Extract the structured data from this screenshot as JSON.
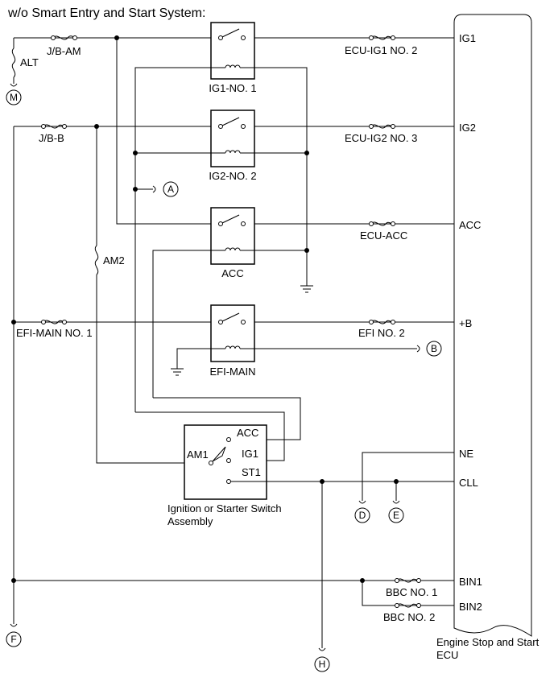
{
  "title": "w/o Smart Entry and Start System:",
  "fuses": {
    "alt": "ALT",
    "jb_am": "J/B-AM",
    "jb_b": "J/B-B",
    "am2": "AM2",
    "efi_main_no1": "EFI-MAIN NO. 1",
    "ecu_ig1_no2": "ECU-IG1 NO. 2",
    "ecu_ig2_no3": "ECU-IG2 NO. 3",
    "ecu_acc": "ECU-ACC",
    "efi_no2": "EFI NO. 2",
    "bbc_no1": "BBC NO. 1",
    "bbc_no2": "BBC NO. 2"
  },
  "relays": {
    "ig1_no1": "IG1-NO. 1",
    "ig2_no2": "IG2-NO. 2",
    "acc": "ACC",
    "efi_main": "EFI-MAIN"
  },
  "ignition_switch": {
    "am1": "AM1",
    "acc": "ACC",
    "ig1": "IG1",
    "st1": "ST1",
    "label_line1": "Ignition or Starter Switch",
    "label_line2": "Assembly"
  },
  "ecu": {
    "pins": {
      "ig1": "IG1",
      "ig2": "IG2",
      "acc": "ACC",
      "plus_b": "+B",
      "ne": "NE",
      "cll": "CLL",
      "bin1": "BIN1",
      "bin2": "BIN2"
    },
    "label_line1": "Engine Stop and Start",
    "label_line2": "ECU"
  },
  "connectors": {
    "m": "M",
    "a": "A",
    "b": "B",
    "d": "D",
    "e": "E",
    "f": "F",
    "h": "H"
  }
}
